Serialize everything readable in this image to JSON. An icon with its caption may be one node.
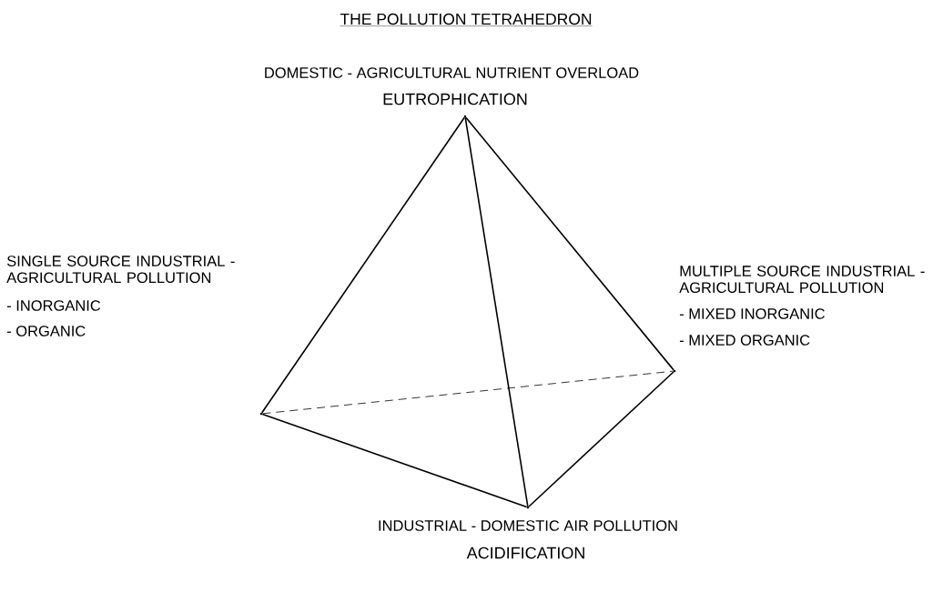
{
  "diagram": {
    "title": "THE POLLUTION TETRAHEDRON",
    "nodes": [
      {
        "text": [],
        "shape": "point",
        "beside": [
          "DOMESTIC - AGRICULTURAL NUTRIENT OVERLOAD",
          "EUTROPHICATION"
        ]
      },
      {
        "text": [],
        "shape": "point",
        "beside": [
          "SINGLE SOURCE INDUSTRIAL - AGRICULTURAL POLLUTION",
          "- INORGANIC",
          "- ORGANIC"
        ]
      },
      {
        "text": [],
        "shape": "point",
        "beside": [
          "MULTIPLE SOURCE INDUSTRIAL - AGRICULTURAL POLLUTION",
          "- MIXED INORGANIC",
          "- MIXED ORGANIC"
        ]
      },
      {
        "text": [],
        "shape": "point",
        "beside": [
          "INDUSTRIAL - DOMESTIC AIR POLLUTION",
          "ACIDIFICATION"
        ]
      }
    ],
    "edges": [
      {
        "from": 0,
        "to": 1,
        "arrow": "none"
      },
      {
        "from": 0,
        "to": 2,
        "arrow": "none"
      },
      {
        "from": 0,
        "to": 3,
        "arrow": "none"
      },
      {
        "from": 1,
        "to": 3,
        "arrow": "none"
      },
      {
        "from": 2,
        "to": 3,
        "arrow": "none"
      },
      {
        "from": 1,
        "to": 2,
        "arrow": "none",
        "style": "dashed"
      }
    ]
  }
}
